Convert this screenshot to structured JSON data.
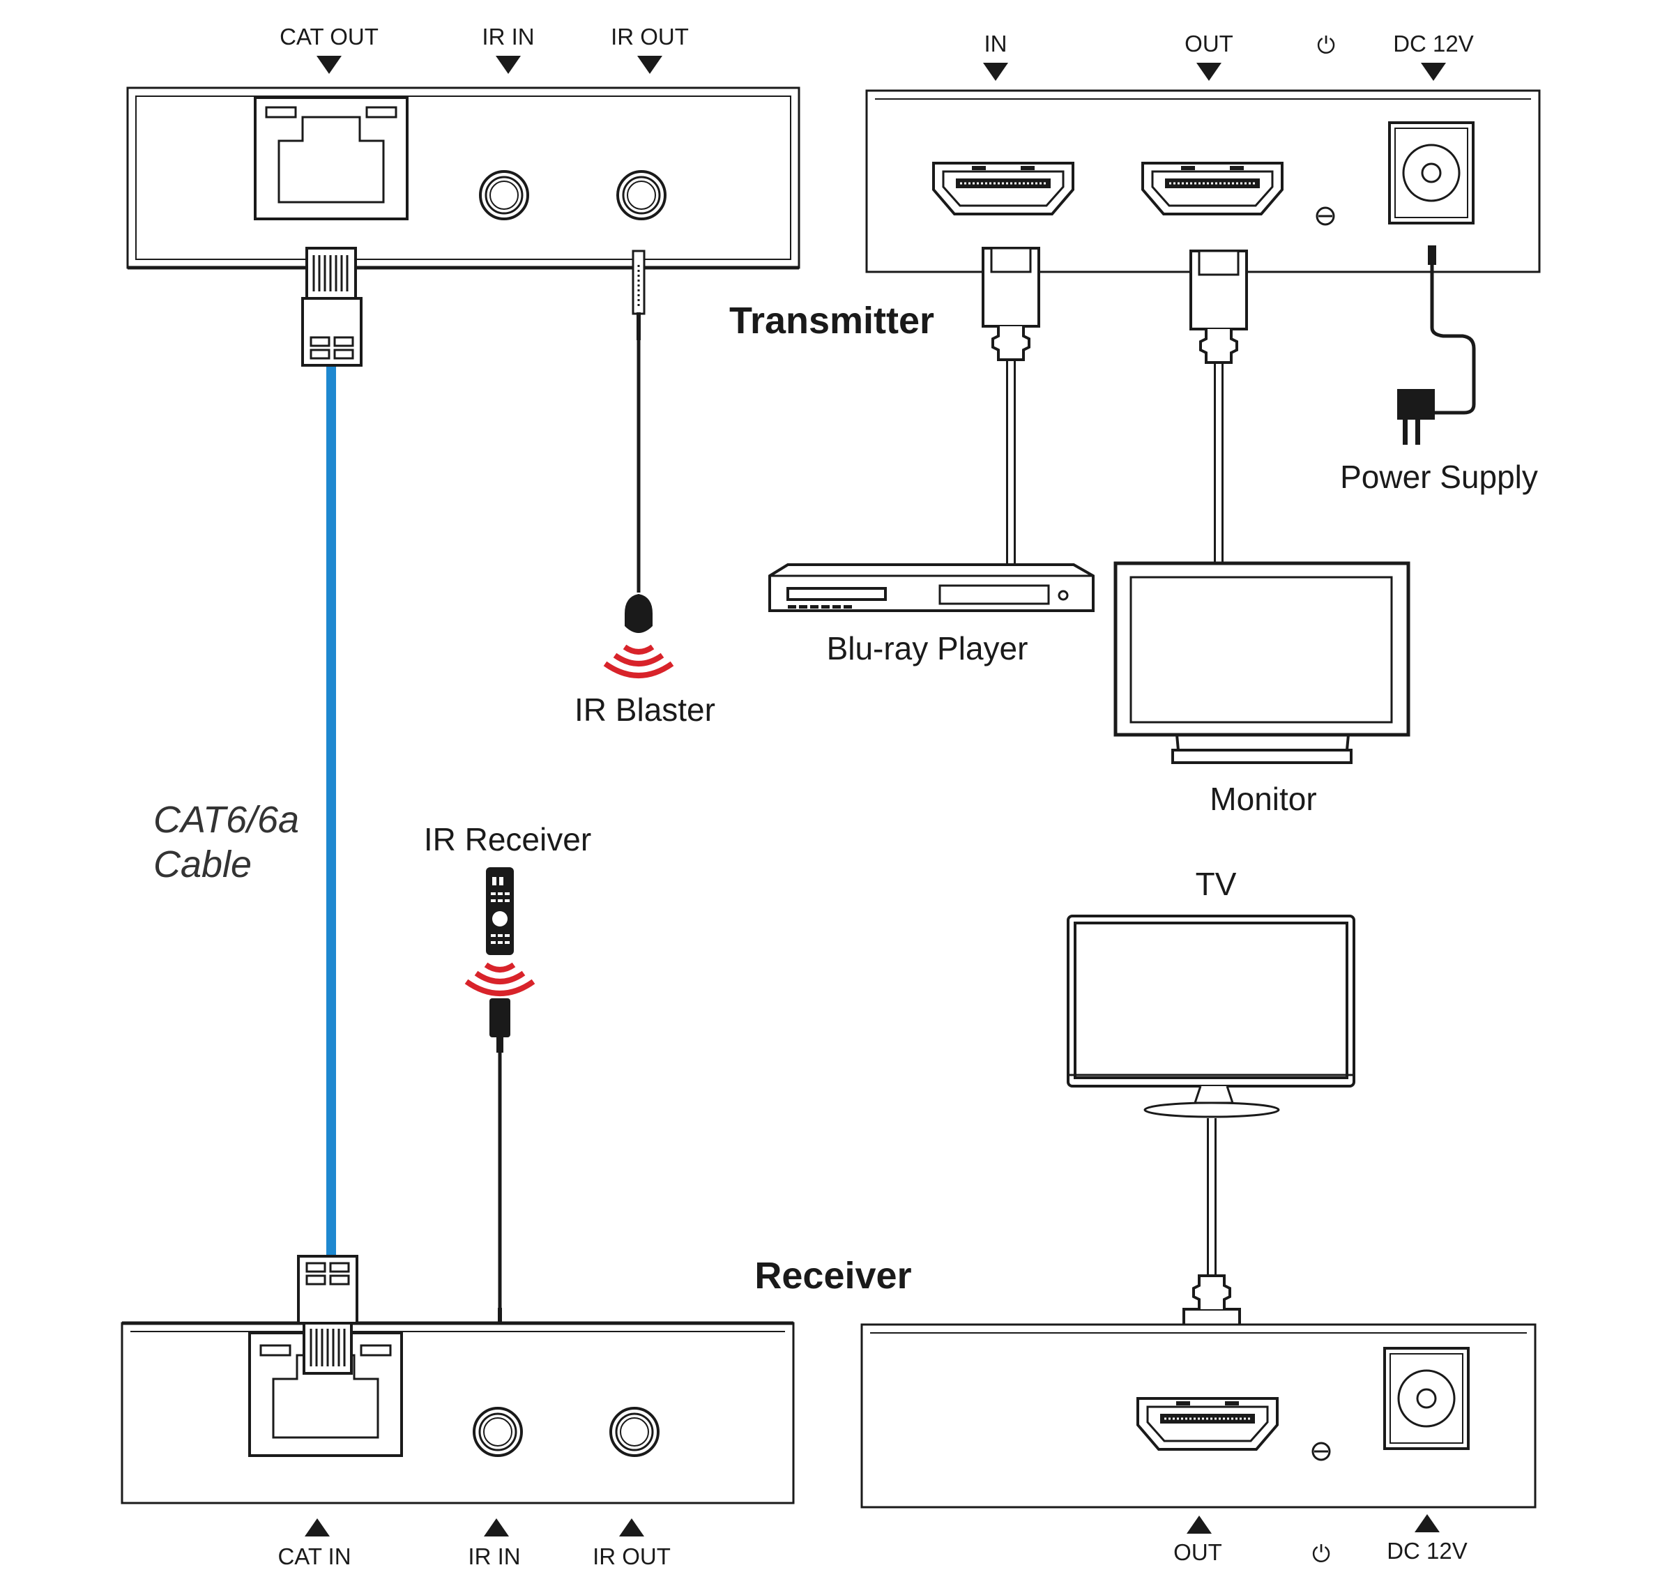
{
  "transmitter": {
    "title": "Transmitter",
    "left_panel_ports": {
      "cat_out": "CAT OUT",
      "ir_in": "IR IN",
      "ir_out": "IR OUT"
    },
    "right_panel_ports": {
      "in": "IN",
      "out": "OUT",
      "power_symbol": "⏻",
      "dc": "DC 12V"
    }
  },
  "receiver": {
    "title": "Receiver",
    "left_panel_ports": {
      "cat_in": "CAT IN",
      "ir_in": "IR IN",
      "ir_out": "IR OUT"
    },
    "right_panel_ports": {
      "out": "OUT",
      "power_symbol": "⏻",
      "dc": "DC 12V"
    }
  },
  "devices": {
    "ir_blaster": "IR Blaster",
    "ir_receiver": "IR Receiver",
    "bluray": "Blu-ray Player",
    "monitor": "Monitor",
    "power_supply": "Power Supply",
    "tv": "TV"
  },
  "cable": {
    "line1": "CAT6/6a",
    "line2": "Cable"
  },
  "colors": {
    "cat_cable": "#1e88d0",
    "ir_waves": "#d8232a",
    "line": "#1a1a1a"
  }
}
